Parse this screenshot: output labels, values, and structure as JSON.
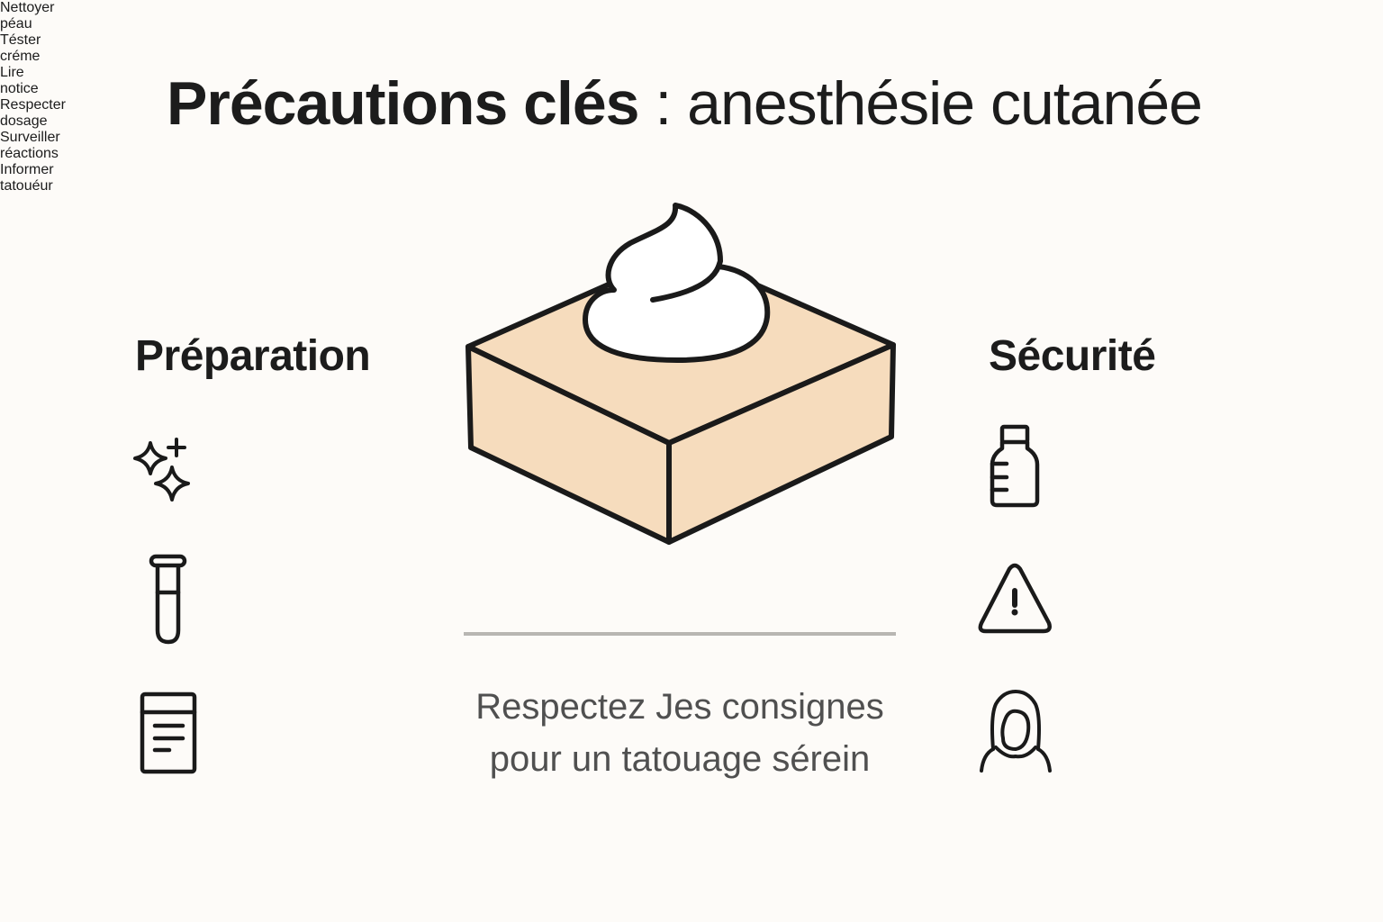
{
  "header": {
    "title_bold": "Précautions clés",
    "title_rest": " : anesthésie cutanée"
  },
  "preparation": {
    "title": "Préparation",
    "items": [
      {
        "icon": "sparkles-icon",
        "line1": "Nettoyer",
        "line2": "péau"
      },
      {
        "icon": "test-tube-icon",
        "line1": "Téster",
        "line2": "créme"
      },
      {
        "icon": "document-icon",
        "line1": "Lire",
        "line2": "notice"
      }
    ]
  },
  "securite": {
    "title": "Sécurité",
    "items": [
      {
        "icon": "bottle-icon",
        "line1": "Respecter",
        "line2": "dosage"
      },
      {
        "icon": "warning-icon",
        "line1": "Surveiller",
        "line2": "réactions"
      },
      {
        "icon": "person-icon",
        "line1": "Informer",
        "line2": "tatouéur"
      }
    ]
  },
  "center": {
    "illustration": "skin-block-with-cream",
    "tagline_line1": "Respectez Jes consignes",
    "tagline_line2": "pour un tatouage sérein"
  },
  "colors": {
    "background": "#fdfbf8",
    "text": "#1c1c1c",
    "tagline": "#505050",
    "skin_fill": "#f6dcbd",
    "cream_fill": "#ffffff",
    "outline": "#1a1a1a",
    "divider": "#b8b6b2"
  }
}
